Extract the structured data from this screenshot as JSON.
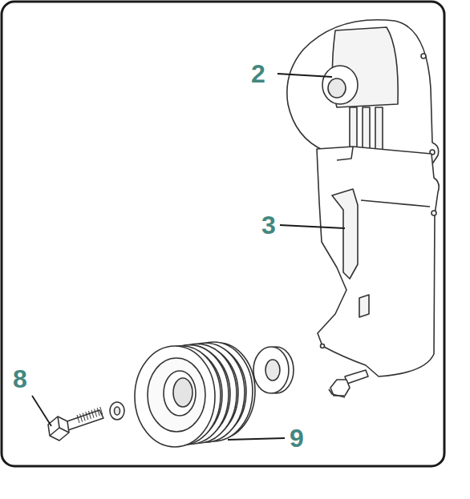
{
  "diagram": {
    "labels": [
      "2",
      "3",
      "8",
      "9"
    ]
  }
}
